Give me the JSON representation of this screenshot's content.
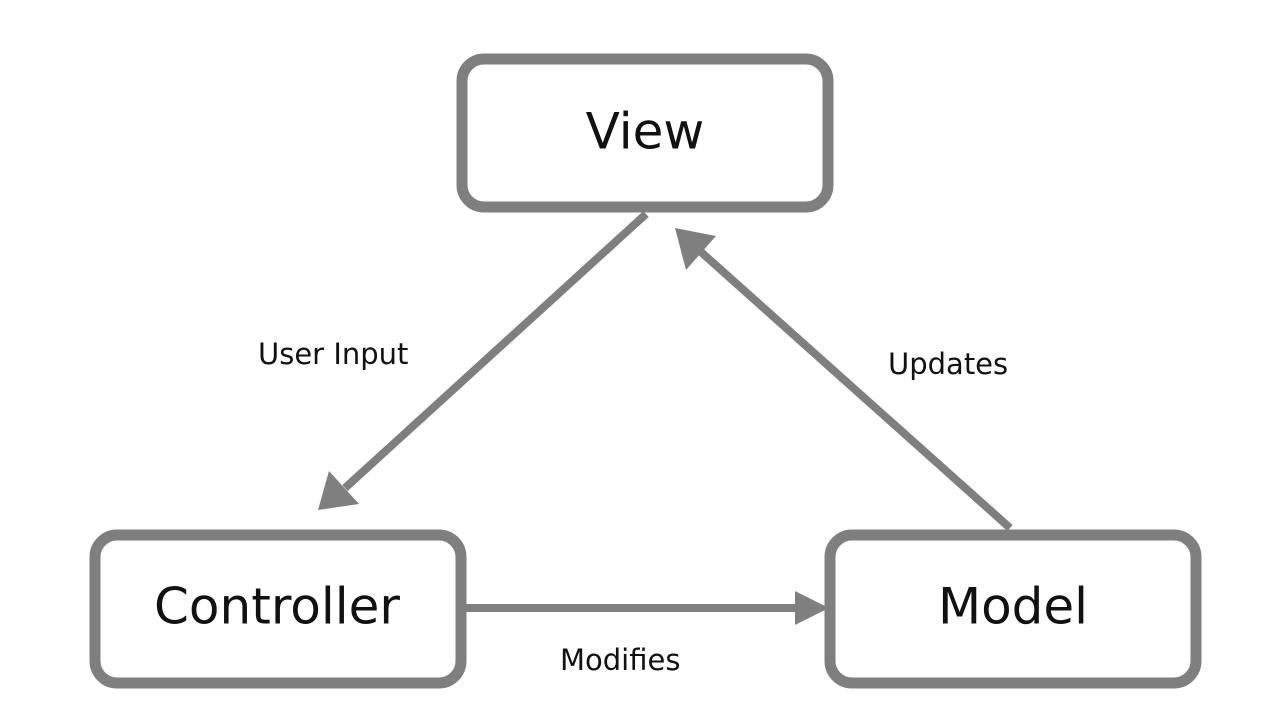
{
  "colors": {
    "stroke": "#7f7f7f",
    "node_fill": "#ffffff",
    "text": "#111111",
    "background": "#ffffff"
  },
  "nodes": {
    "view": "View",
    "controller": "Controller",
    "model": "Model"
  },
  "edges": [
    {
      "from": "view",
      "to": "controller",
      "label": "User Input"
    },
    {
      "from": "model",
      "to": "view",
      "label": "Updates"
    },
    {
      "from": "controller",
      "to": "model",
      "label": "Modifies"
    }
  ]
}
